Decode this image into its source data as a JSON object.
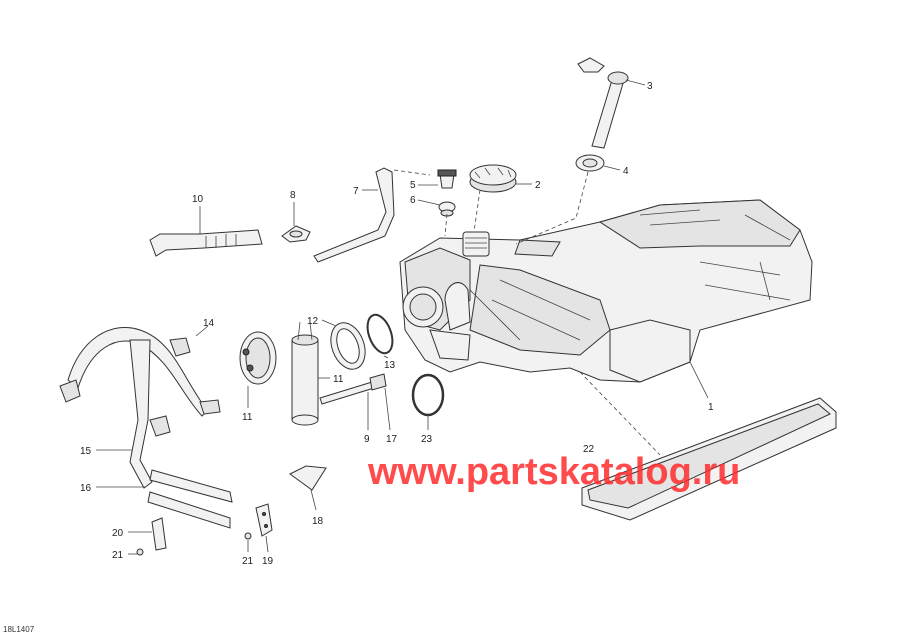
{
  "diagram_code": "18L1407",
  "watermark": "www.partskatalog.ru",
  "callouts": {
    "c1": "1",
    "c2": "2",
    "c3": "3",
    "c4": "4",
    "c5": "5",
    "c6": "6",
    "c7": "7",
    "c8": "8",
    "c9": "9",
    "c10": "10",
    "c11a": "11",
    "c11b": "11",
    "c12": "12",
    "c13": "13",
    "c14": "14",
    "c15": "15",
    "c16": "16",
    "c17": "17",
    "c18": "18",
    "c19": "19",
    "c20": "20",
    "c21a": "21",
    "c21b": "21",
    "c22": "22",
    "c23": "23"
  }
}
